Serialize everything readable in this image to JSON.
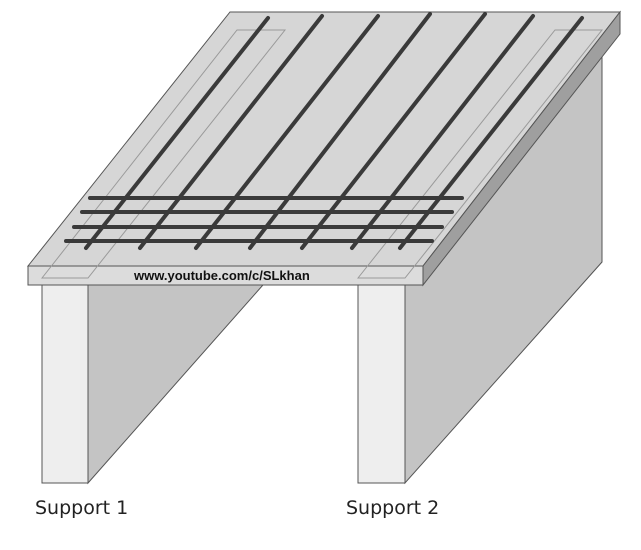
{
  "watermark": "www.youtube.com/c/SLkhan",
  "supports": [
    {
      "label": "Support 1"
    },
    {
      "label": "Support 2"
    }
  ],
  "reinforcement": {
    "main_bars_count": 7,
    "distribution_bars_count": 4
  },
  "colors": {
    "slab_top": "#d7d7d7",
    "slab_side": "#c6c6c6",
    "support_face": "#eeeeee",
    "support_side": "#bfbfbf",
    "outline": "#555555",
    "rebar": "#3a3a3a"
  }
}
